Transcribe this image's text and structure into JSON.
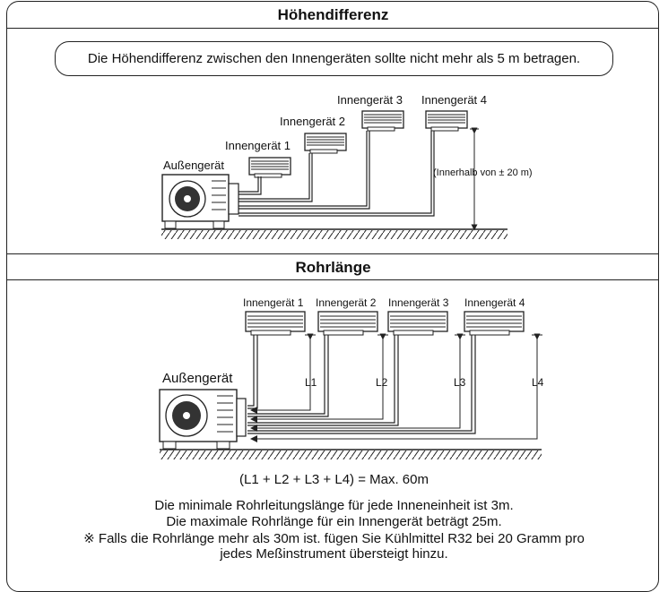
{
  "section1": {
    "title": "Höhendifferenz",
    "note": "Die Höhendifferenz zwischen den Innengeräten sollte nicht mehr als 5 m betragen.",
    "outdoor_label": "Außengerät",
    "indoor_labels": [
      "Innengerät 1",
      "Innengerät 2",
      "Innengerät 3",
      "Innengerät 4"
    ],
    "height_label": "(Innerhalb von ± 20 m)"
  },
  "section2": {
    "title": "Rohrlänge",
    "outdoor_label": "Außengerät",
    "indoor_labels": [
      "Innengerät 1",
      "Innengerät 2",
      "Innengerät 3",
      "Innengerät 4"
    ],
    "length_labels": [
      "L1",
      "L2",
      "L3",
      "L4"
    ],
    "formula": "(L1 + L2 + L3 + L4) = Max. 60m",
    "notes": [
      "Die minimale Rohrleitungslänge für jede Inneneinheit ist 3m.",
      "Die maximale Rohrlänge für ein Innengerät beträgt 25m.",
      "※ Falls die Rohrlänge mehr als 30m ist. fügen Sie Kühlmittel R32 bei 20 Gramm pro",
      "jedes Meßinstrument übersteigt hinzu."
    ]
  }
}
